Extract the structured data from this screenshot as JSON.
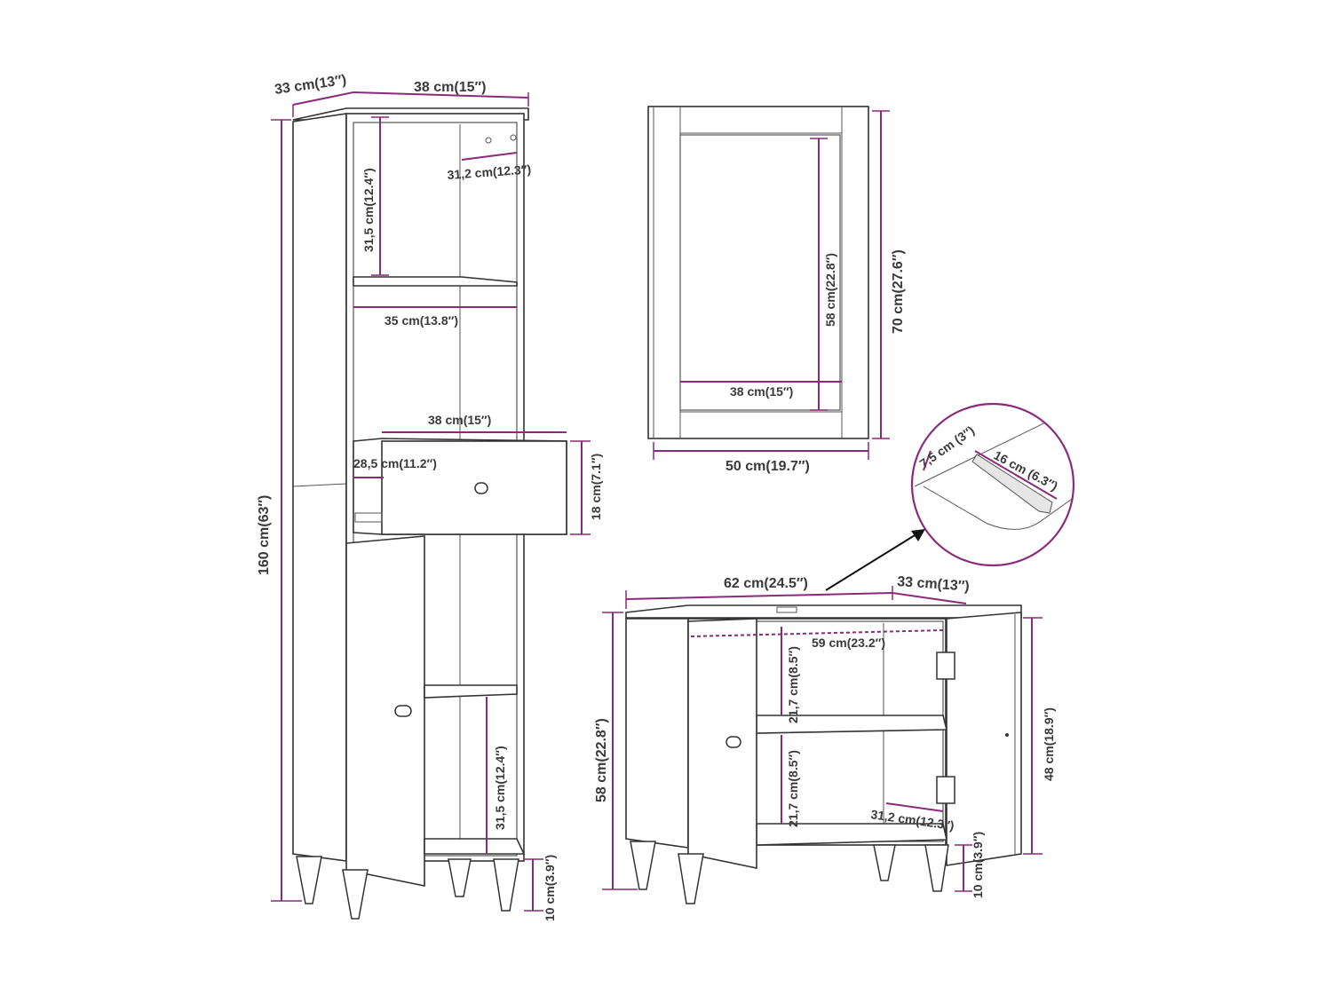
{
  "tall_cabinet": {
    "depth": "33 cm(13″)",
    "width": "38 cm(15″)",
    "height": "160 cm(63″)",
    "top_shelf_height": "31,5 cm(12.4″)",
    "shelf_depth": "31,2 cm(12.3″)",
    "inner_width": "35 cm(13.8″)",
    "drawer_width": "38 cm(15″)",
    "drawer_depth": "28,5 cm(11.2″)",
    "drawer_height": "18 cm(7.1″)",
    "lower_shelf_height": "31,5 cm(12.4″)",
    "leg_height": "10 cm(3.9″)"
  },
  "mirror": {
    "inner_height": "58 cm(22.8″)",
    "height": "70 cm(27.6″)",
    "inner_width": "38 cm(15″)",
    "width": "50 cm(19.7″)"
  },
  "handle_detail": {
    "width": "7,5 cm (3″)",
    "length": "16 cm (6.3″)"
  },
  "sink_cabinet": {
    "width": "62 cm(24.5″)",
    "depth": "33 cm(13″)",
    "inner_width": "59 cm(23.2″)",
    "upper_compartment": "21,7 cm(8.5″)",
    "lower_compartment": "21,7 cm(8.5″)",
    "height": "58 cm(22.8″)",
    "body_height": "48 cm(18.9″)",
    "shelf_depth": "31,2 cm(12.3″)",
    "leg_height": "10 cm(3.9″)"
  },
  "colors": {
    "dimension_line": "#8a2a7a",
    "outline": "#333333",
    "label": "#3a3a3a"
  }
}
